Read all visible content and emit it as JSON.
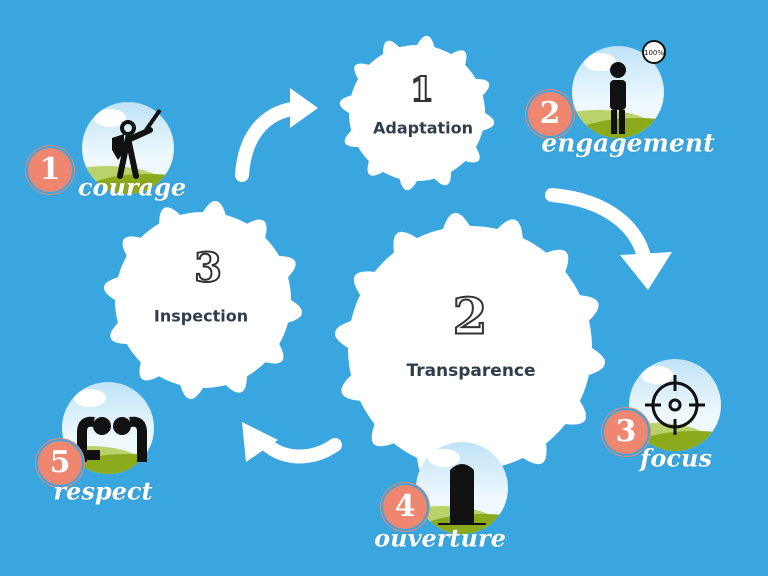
{
  "gears": [
    {
      "number": "1",
      "label": "Adaptation"
    },
    {
      "number": "2",
      "label": "Transparence"
    },
    {
      "number": "3",
      "label": "Inspection"
    }
  ],
  "values": [
    {
      "number": "1",
      "label": "courage",
      "icon": "knight-with-sword-icon"
    },
    {
      "number": "2",
      "label": "engagement",
      "icon": "person-100-percent-icon",
      "icon_text": "100%"
    },
    {
      "number": "3",
      "label": "focus",
      "icon": "crosshair-target-icon"
    },
    {
      "number": "4",
      "label": "ouverture",
      "icon": "open-door-icon"
    },
    {
      "number": "5",
      "label": "respect",
      "icon": "people-bowing-icon"
    }
  ],
  "colors": {
    "background": "#3aa6df",
    "badge": "#ee8670",
    "gear": "#ffffff",
    "text": "#2f3e4e",
    "grass": "#8aaa1c",
    "sky": "#d8eefa"
  }
}
